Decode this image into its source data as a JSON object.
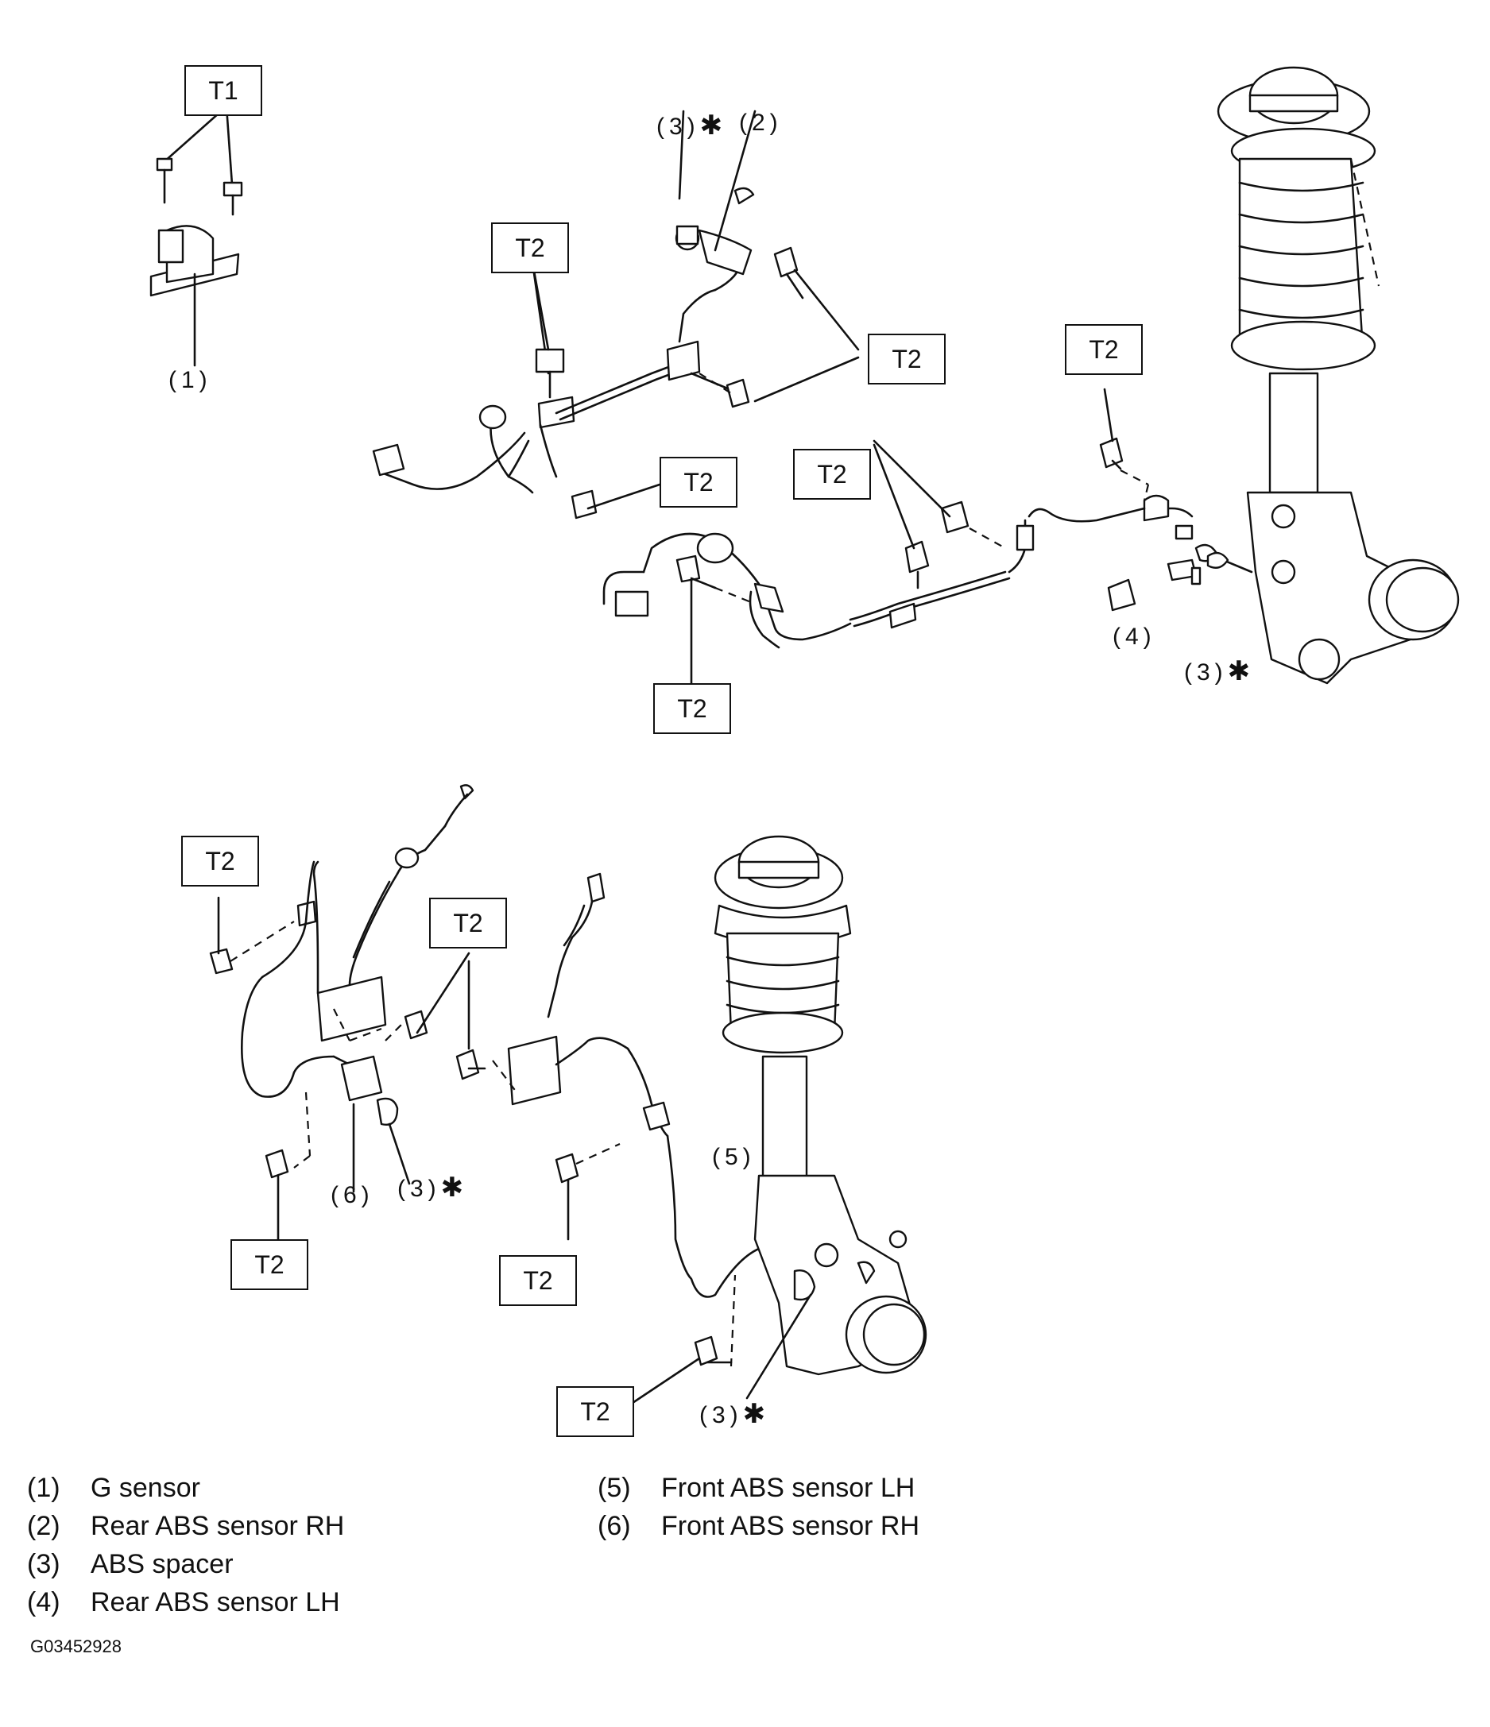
{
  "figure": {
    "figure_id": "G03452928"
  },
  "torque_labels": {
    "t1": "T1",
    "t2": "T2"
  },
  "callouts": {
    "g_sensor": "(1)",
    "rear_abs_rh": "(2)",
    "spacer": "(3)",
    "spacer_star": "✱",
    "rear_abs_lh": "(4)",
    "front_abs_lh": "(5)",
    "front_abs_rh": "(6)"
  },
  "legend": [
    {
      "num": "(1)",
      "label": "G sensor"
    },
    {
      "num": "(2)",
      "label": "Rear ABS sensor RH"
    },
    {
      "num": "(3)",
      "label": "ABS spacer"
    },
    {
      "num": "(4)",
      "label": "Rear ABS sensor LH"
    },
    {
      "num": "(5)",
      "label": "Front ABS sensor LH"
    },
    {
      "num": "(6)",
      "label": "Front ABS sensor RH"
    }
  ]
}
